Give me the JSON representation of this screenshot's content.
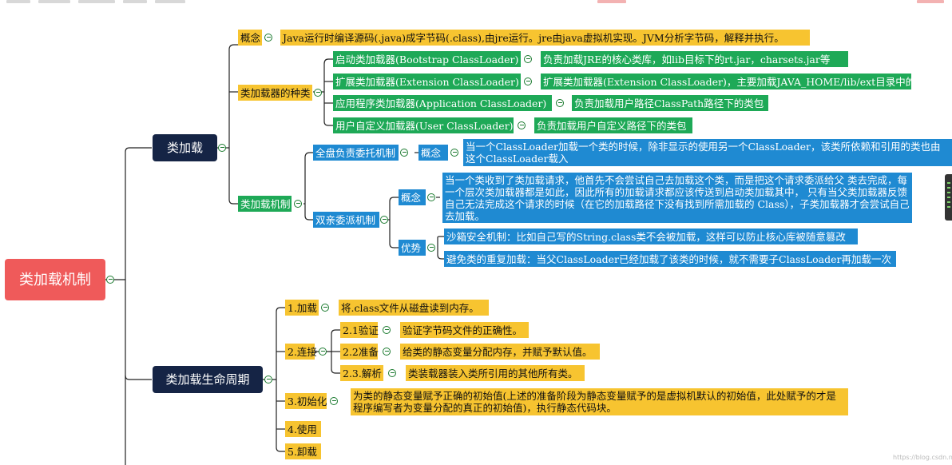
{
  "root": "类加载机制",
  "mindmap": {
    "class_loading": {
      "title": "类加载",
      "concept": {
        "label": "概念",
        "text": "Java运行时编译源码(.java)成字节码(.class),由jre运行。jre由java虚拟机实现。JVM分析字节码，解释并执行。"
      },
      "loader_types": {
        "label": "类加载器的种类",
        "items": [
          {
            "name": "启动类加载器(Bootstrap ClassLoader)",
            "desc": "负责加载JRE的核心类库，如lib目标下的rt.jar，charsets.jar等"
          },
          {
            "name": "扩展类加载器(Extension ClassLoader)",
            "desc": "扩展类加载器(Extension ClassLoader)，主要加载JAVA_HOME/lib/ext目录中的类库"
          },
          {
            "name": "应用程序类加载器(Application ClassLoader)",
            "desc": "负责加载用户路径ClassPath路径下的类包"
          },
          {
            "name": "用户自定义加载器(User ClassLoader)",
            "desc": "负责加载用户自定义路径下的类包"
          }
        ]
      },
      "mechanism": {
        "label": "类加载机制",
        "full_delegation": {
          "label": "全盘负责委托机制",
          "concept_label": "概念",
          "concept_text": "当一个ClassLoader加载一个类的时候，除非显示的使用另一个ClassLoader，该类所依赖和引用的类也由这个ClassLoader载入"
        },
        "parent_delegation": {
          "label": "双亲委派机制",
          "concept_label": "概念",
          "concept_text": "当一个类收到了类加载请求，他首先不会尝试自己去加载这个类，而是把这个请求委派给父 类去完成，每一个层次类加载器都是如此，因此所有的加载请求都应该传送到启动类加载其中， 只有当父类加载器反馈自己无法完成这个请求的时候（在它的加载路径下没有找到所需加载的 Class），子类加载器才会尝试自己去加载。",
          "advantage_label": "优势",
          "advantages": [
            "沙箱安全机制：比如自己写的String.class类不会被加载，这样可以防止核心库被随意篡改",
            "避免类的重复加载：当父ClassLoader已经加载了该类的时候，就不需要子ClassLoader再加载一次"
          ]
        }
      }
    },
    "lifecycle": {
      "title": "类加载生命周期",
      "load": {
        "label": "1.加载",
        "text": "将.class文件从磁盘读到内存。"
      },
      "link": {
        "label": "2.连接",
        "steps": [
          {
            "label": "2.1验证",
            "text": "验证字节码文件的正确性。"
          },
          {
            "label": "2.2准备",
            "text": "给类的静态变量分配内存，并赋予默认值。"
          },
          {
            "label": "2.3.解析",
            "text": "类装载器装入类所引用的其他所有类。"
          }
        ]
      },
      "init": {
        "label": "3.初始化",
        "text": "为类的静态变量赋予正确的初始值(上述的准备阶段为静态变量赋予的是虚拟机默认的初始值，此处赋予的才是程序编写者为变量分配的真正的初始值)，执行静态代码块。"
      },
      "use": {
        "label": "4.使用"
      },
      "unload": {
        "label": "5.卸载"
      }
    }
  },
  "watermark": "https://blog.csdn.net/...",
  "colors": {
    "root": "#ef5a5a",
    "main": "#152445",
    "yellow": "#f7c430",
    "green": "#1ea957",
    "blue": "#1f8ad2",
    "connector": "#222222",
    "toggle": "#1a7a2e"
  }
}
